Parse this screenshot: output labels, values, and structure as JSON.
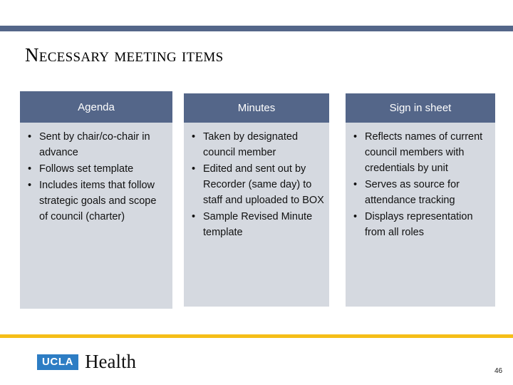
{
  "slide": {
    "title": "Necessary meeting items",
    "page_number": "46",
    "accent_bar_color": "#546689",
    "gold_rule_color": "#f5be18",
    "header_cell_color": "#546689",
    "body_cell_color": "#d5d9e0"
  },
  "table": {
    "columns": [
      {
        "header": "Agenda",
        "bullets": [
          "Sent by chair/co-chair in advance",
          "Follows set template",
          "Includes items that follow strategic goals and scope of council (charter)"
        ]
      },
      {
        "header": "Minutes",
        "bullets": [
          "Taken by designated council member",
          "Edited and sent out by Recorder (same day) to staff and uploaded to BOX",
          "Sample Revised Minute template"
        ]
      },
      {
        "header": "Sign in sheet",
        "bullets": [
          "Reflects names of current council members with credentials by unit",
          "Serves as source for attendance tracking",
          "Displays representation from all roles"
        ]
      }
    ]
  },
  "footer": {
    "logo_mark": "UCLA",
    "logo_word": "Health",
    "logo_mark_color": "#2d7dc4"
  },
  "glyphs": {
    "bullet": "•"
  }
}
